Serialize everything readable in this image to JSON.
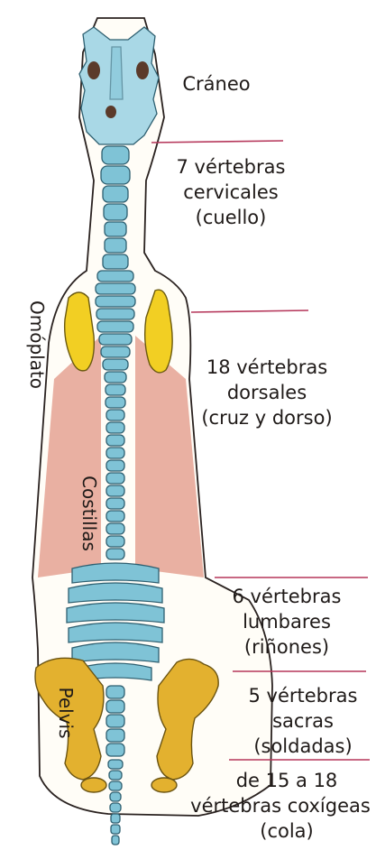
{
  "labels": {
    "craneo": "Cráneo",
    "cervicales_1": "7 vértebras",
    "cervicales_2": "cervicales",
    "cervicales_3": "(cuello)",
    "dorsales_1": "18 vértebras",
    "dorsales_2": "dorsales",
    "dorsales_3": "(cruz y dorso)",
    "lumbares_1": "6 vértebras",
    "lumbares_2": "lumbares",
    "lumbares_3": "(riñones)",
    "sacras_1": "5 vértebras",
    "sacras_2": "sacras",
    "sacras_3": "(soldadas)",
    "coxigeas_1": "de 15 a 18",
    "coxigeas_2": "vértebras coxígeas",
    "coxigeas_3": "(cola)",
    "omoplato": "Omóplato",
    "costillas": "Costillas",
    "pelvis": "Pelvis"
  },
  "colors": {
    "vertebrae": "#7fc3d6",
    "scapula": "#f2cf23",
    "ribs": "#e5a293",
    "pelvis": "#e3b12f",
    "divider": "#b5365a"
  }
}
